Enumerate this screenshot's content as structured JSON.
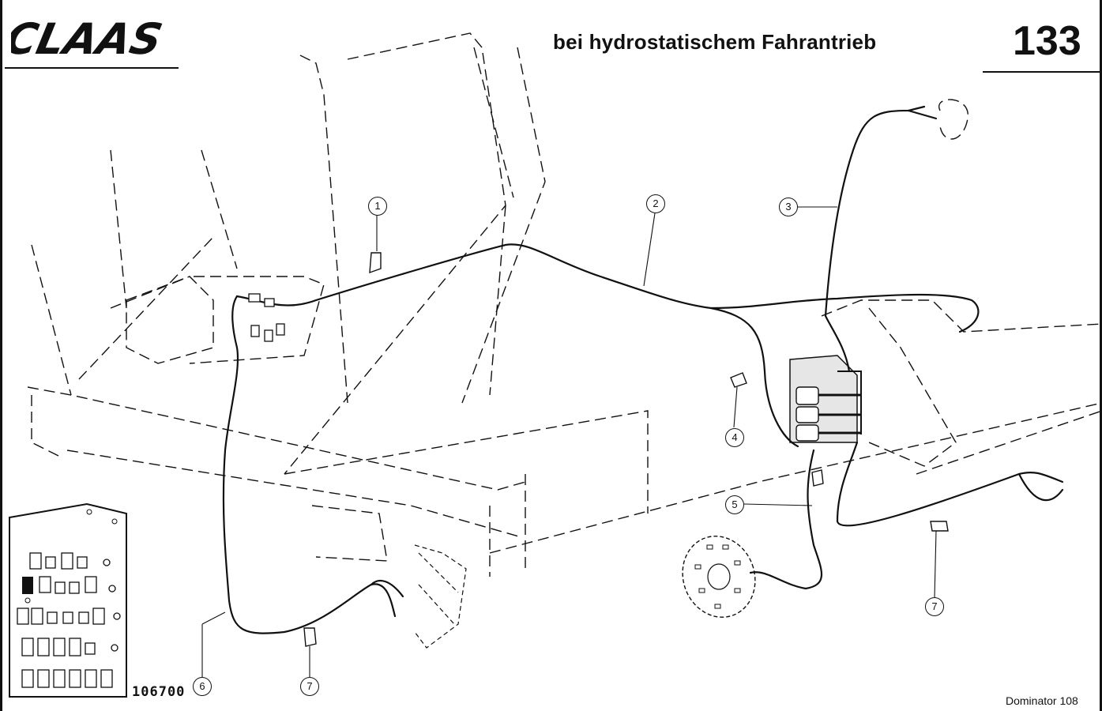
{
  "header": {
    "brand": "CLAAS",
    "title": "bei hydrostatischem Fahrantrieb",
    "page_number": "133"
  },
  "drawing": {
    "drawing_number": "106700",
    "model_label": "Dominator 108",
    "callouts": {
      "c1": "1",
      "c2": "2",
      "c3": "3",
      "c4": "4",
      "c5": "5",
      "c6": "6",
      "c7a": "7",
      "c7b": "7"
    }
  }
}
